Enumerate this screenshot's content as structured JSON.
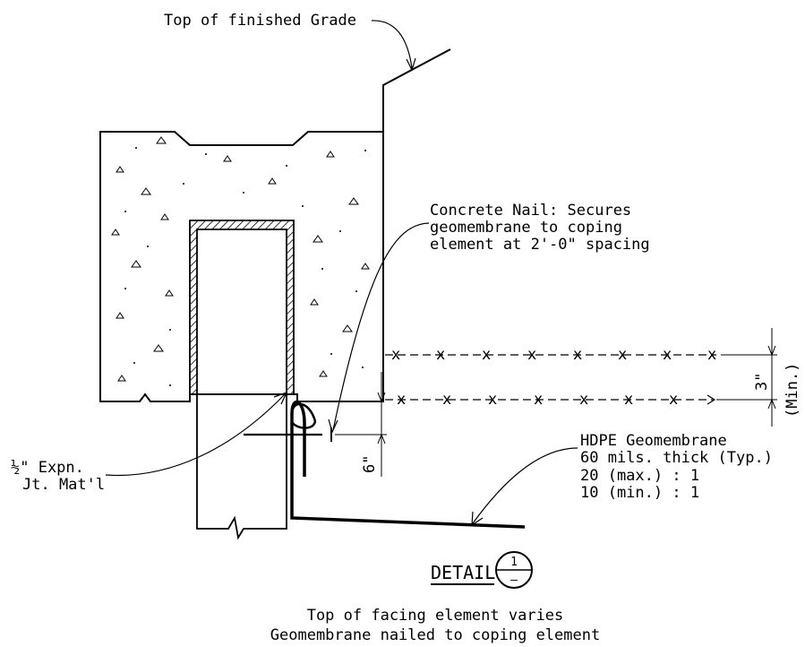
{
  "labels": {
    "top_grade": "Top of finished Grade",
    "nail_line1": "Concrete Nail: Secures",
    "nail_line2": "geomembrane to coping",
    "nail_line3": "element at 2'-0\" spacing",
    "dim_3": "3\"",
    "dim_min": "(Min.)",
    "dim_6": "6\"",
    "hdpe_line1": "HDPE Geomembrane",
    "hdpe_line2": "60 mils. thick (Typ.)",
    "hdpe_line3": "20 (max.) : 1",
    "hdpe_line4": "10 (min.) : 1",
    "expn_line1": "½\" Expn.",
    "expn_line2": "Jt. Mat'l",
    "detail_title": "DETAIL",
    "detail_num": "1",
    "detail_sheet": "–",
    "caption_line1": "Top of facing element varies",
    "caption_line2": "Geomembrane nailed to coping element"
  }
}
